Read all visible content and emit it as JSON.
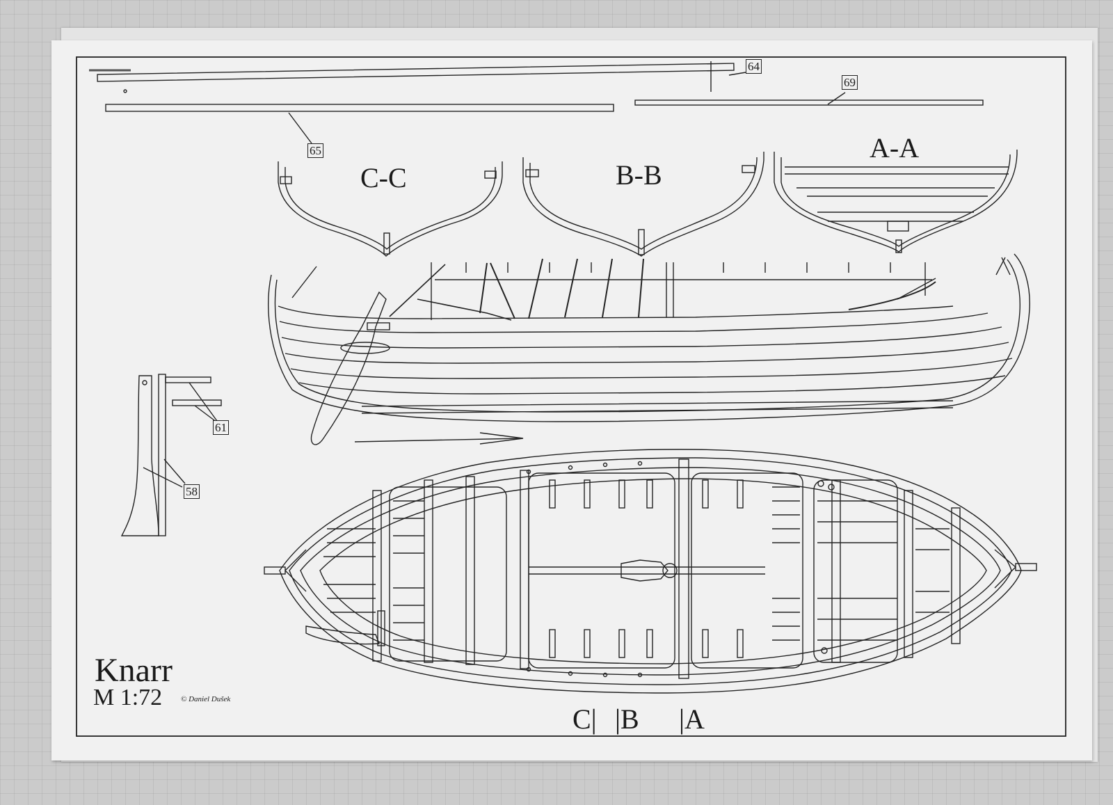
{
  "drawing": {
    "title": "Knarr",
    "scale": "M 1:72",
    "copyright": "© Daniel Dušek"
  },
  "sections": {
    "c": "C-C",
    "b": "B-B",
    "a": "A-A"
  },
  "parts": {
    "p64": "64",
    "p65": "65",
    "p69": "69",
    "p61": "61",
    "p58": "58"
  },
  "cut_marks": {
    "c": "C|",
    "b": "|B",
    "a": "|A"
  }
}
